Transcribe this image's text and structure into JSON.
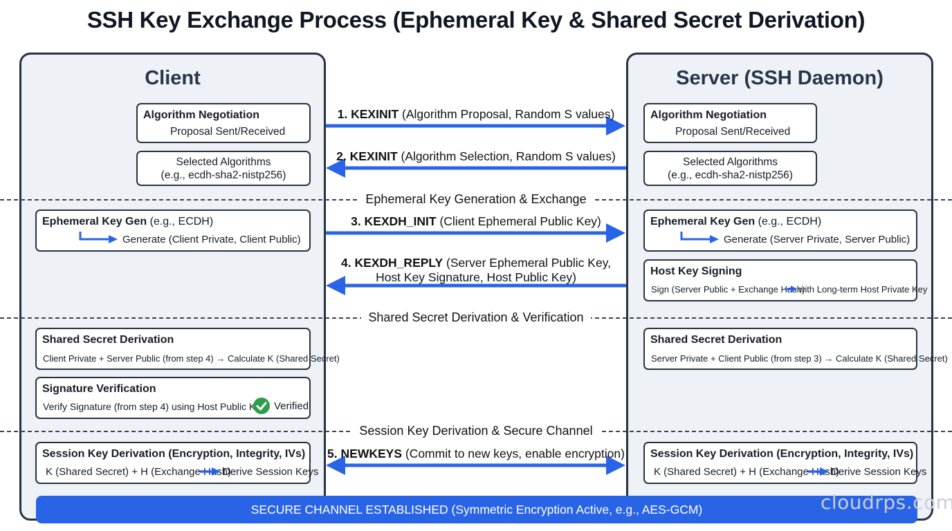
{
  "title": "SSH Key Exchange Process (Ephemeral Key & Shared Secret Derivation)",
  "client": {
    "title": "Client",
    "algorithm_negotiation": {
      "heading": "Algorithm Negotiation",
      "line": "Proposal Sent/Received"
    },
    "selected_algorithms": {
      "line1": "Selected Algorithms",
      "line2": "(e.g., ecdh-sha2-nistp256)"
    },
    "ephemeral_key_gen": {
      "heading": "Ephemeral Key Gen",
      "heading_suffix": " (e.g., ECDH)",
      "line": "Generate (Client Private, Client Public)"
    },
    "shared_secret": {
      "heading": "Shared Secret Derivation",
      "line": "Client Private + Server Public (from step 4) → Calculate K (Shared Secret)"
    },
    "signature_verification": {
      "heading": "Signature Verification",
      "line": "Verify Signature (from step 4) using Host Public Key",
      "status": "Verified"
    },
    "session_key": {
      "heading": "Session Key Derivation (Encryption, Integrity, IVs)",
      "line_left": "K (Shared Secret) + H (Exchange Hash)",
      "line_right": "Derive Session Keys"
    }
  },
  "server": {
    "title": "Server (SSH Daemon)",
    "algorithm_negotiation": {
      "heading": "Algorithm Negotiation",
      "line": "Proposal Sent/Received"
    },
    "selected_algorithms": {
      "line1": "Selected Algorithms",
      "line2": "(e.g., ecdh-sha2-nistp256)"
    },
    "ephemeral_key_gen": {
      "heading": "Ephemeral Key Gen",
      "heading_suffix": " (e.g., ECDH)",
      "line": "Generate (Server Private, Server Public)"
    },
    "host_key_signing": {
      "heading": "Host Key Signing",
      "line_left": "Sign (Server Public + Exchange Hash)",
      "line_right": "with Long-term Host Private Key"
    },
    "shared_secret": {
      "heading": "Shared Secret Derivation",
      "line": "Server Private + Client Public (from step 3) → Calculate K (Shared Secret)"
    },
    "session_key": {
      "heading": "Session Key Derivation (Encryption, Integrity, IVs)",
      "line_left": "K (Shared Secret) + H (Exchange Hash)",
      "line_right": "Derive Session Keys"
    }
  },
  "phases": {
    "ephemeral": "Ephemeral Key Generation & Exchange",
    "shared": "Shared Secret Derivation & Verification",
    "session": "Session Key Derivation & Secure Channel"
  },
  "messages": {
    "m1": {
      "name": "1. KEXINIT",
      "detail": " (Algorithm Proposal, Random S values)"
    },
    "m2": {
      "name": "2. KEXINIT",
      "detail": " (Algorithm Selection, Random S values)"
    },
    "m3": {
      "name": "3. KEXDH_INIT",
      "detail": " (Client Ephemeral Public Key)"
    },
    "m4": {
      "name": "4. KEXDH_REPLY",
      "detail": " (Server Ephemeral Public Key,",
      "line2": "Host Key Signature, Host Public Key)"
    },
    "m5": {
      "name": "5. NEWKEYS",
      "detail": " (Commit to new keys, enable encryption)"
    }
  },
  "banner": "SECURE CHANNEL ESTABLISHED (Symmetric Encryption Active, e.g., AES-GCM)",
  "watermark": "cloudrps.com",
  "colors": {
    "arrow": "#2a64e6",
    "banner": "#2a64e6",
    "panel": "#eef2f7",
    "check": "#2f9e4a"
  }
}
